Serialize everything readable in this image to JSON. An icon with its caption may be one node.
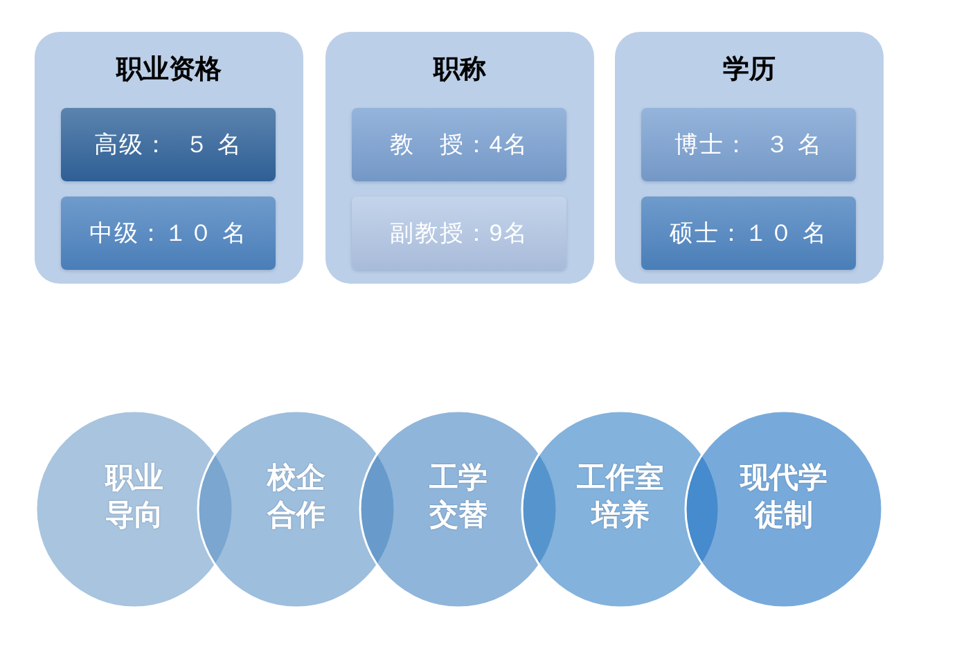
{
  "diagram": {
    "nodes": [
      {
        "text": [
          "职业资格"
        ]
      },
      {
        "text": [
          "高级：  ５ 名"
        ],
        "in": 0
      },
      {
        "text": [
          "中级：１０ 名"
        ],
        "in": 0
      },
      {
        "text": [
          "职称"
        ]
      },
      {
        "text": [
          "教　授：4名"
        ],
        "in": 3
      },
      {
        "text": [
          "副教授：9名"
        ],
        "in": 3
      },
      {
        "text": [
          "学历"
        ]
      },
      {
        "text": [
          "博士：  ３ 名"
        ],
        "in": 6
      },
      {
        "text": [
          "硕士：１０ 名"
        ],
        "in": 6
      },
      {
        "text": [
          "职业导向"
        ]
      },
      {
        "text": [
          "校企合作"
        ]
      },
      {
        "text": [
          "工学交替"
        ]
      },
      {
        "text": [
          "工作室培养"
        ]
      },
      {
        "text": [
          "现代学徒制"
        ]
      }
    ]
  }
}
